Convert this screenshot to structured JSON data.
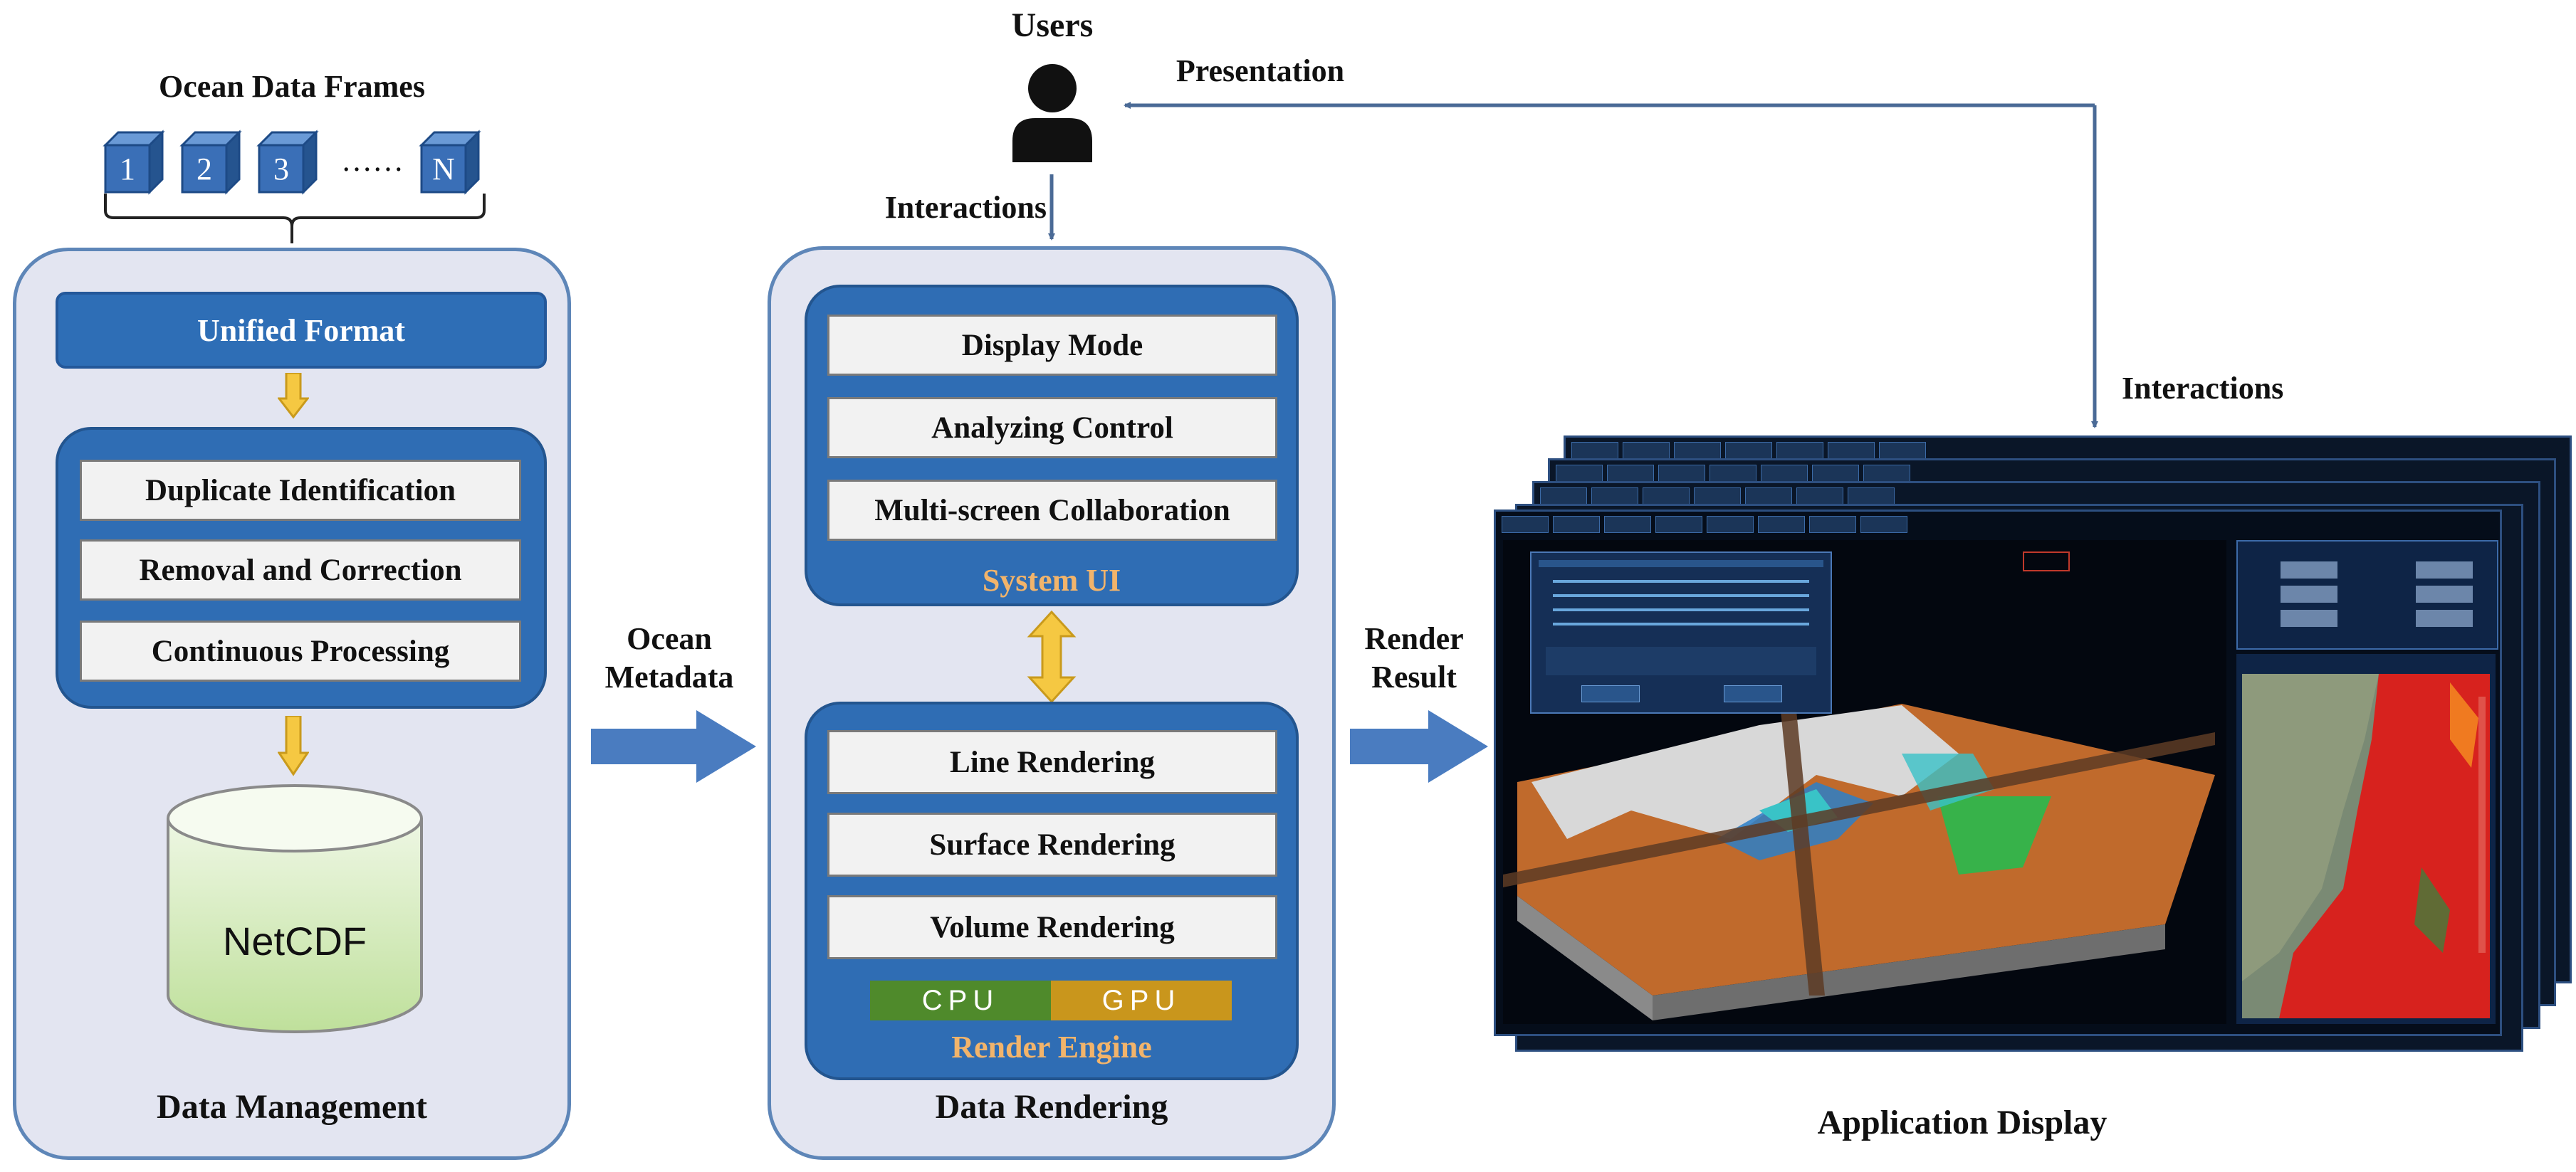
{
  "sections": {
    "data_management": "Data Management",
    "data_rendering": "Data Rendering",
    "application_display": "Application Display"
  },
  "frames": {
    "title": "Ocean Data Frames",
    "items": [
      "1",
      "2",
      "3",
      "N"
    ],
    "ellipsis": "……"
  },
  "management": {
    "unified": "Unified Format",
    "steps": [
      "Duplicate Identification",
      "Removal and Correction",
      "Continuous Processing"
    ],
    "storage": "NetCDF"
  },
  "flow": {
    "ocean_metadata_line1": "Ocean",
    "ocean_metadata_line2": "Metadata",
    "render_result_line1": "Render",
    "render_result_line2": "Result",
    "users": "Users",
    "presentation": "Presentation",
    "interactions_users": "Interactions",
    "interactions_display": "Interactions"
  },
  "system_ui": {
    "buttons": [
      "Display Mode",
      "Analyzing Control",
      "Multi-screen Collaboration"
    ],
    "caption": "System UI"
  },
  "render_engine": {
    "buttons": [
      "Line Rendering",
      "Surface Rendering",
      "Volume Rendering"
    ],
    "cpu": "CPU",
    "gpu": "GPU",
    "caption": "Render Engine"
  },
  "colors": {
    "panel_fill": "#e3e5f1",
    "panel_border": "#5e86b8",
    "box_blue": "#2f6db4",
    "arrow_blue": "#4a7cc0",
    "arrow_yellow": "#f5c842",
    "caption_orange": "#f2b46b",
    "cpu_green": "#4f8a2b",
    "gpu_gold": "#c9961c",
    "cylinder_green": "#cfe8b0"
  }
}
